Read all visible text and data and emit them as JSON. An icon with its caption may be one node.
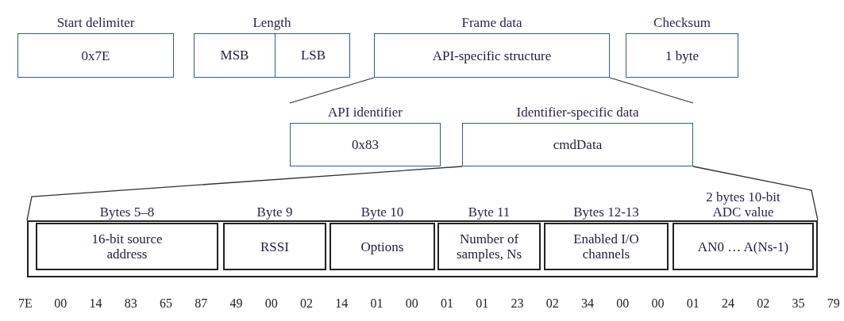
{
  "diagram": {
    "nodes": [
      {
        "text": [
          "Start delimiter",
          "0x7E"
        ]
      },
      {
        "text": [
          "Length"
        ]
      },
      {
        "text": [
          "MSB"
        ],
        "in": 1
      },
      {
        "text": [
          "LSB"
        ],
        "in": 1
      },
      {
        "text": [
          "Frame data",
          "API-specific structure"
        ]
      },
      {
        "text": [
          "Checksum",
          "1 byte"
        ]
      },
      {
        "text": [
          "API identifier",
          "0x83"
        ]
      },
      {
        "text": [
          "Identifier-specific data",
          "cmdData"
        ]
      },
      {
        "text": [],
        "shape": "box"
      },
      {
        "text": [
          "Bytes 5–8",
          "16-bit source address"
        ],
        "in": 8
      },
      {
        "text": [
          "Byte 9",
          "RSSI"
        ],
        "in": 8
      },
      {
        "text": [
          "Byte 10",
          "Options"
        ],
        "in": 8
      },
      {
        "text": [
          "Byte 11",
          "Number of samples, Ns"
        ],
        "in": 8
      },
      {
        "text": [
          "Bytes 12-13",
          "Enabled I/O channels"
        ],
        "in": 8
      },
      {
        "text": [
          "2 bytes 10-bit ADC value",
          "AN0 … A(Ns-1)"
        ],
        "in": 8
      }
    ],
    "edges": [
      {
        "from": 4,
        "to": 6,
        "arrow": "none"
      },
      {
        "from": 4,
        "to": 7,
        "arrow": "none"
      },
      {
        "from": 7,
        "to": 8,
        "arrow": "none"
      },
      {
        "from": 7,
        "to": 8,
        "arrow": "none"
      }
    ],
    "labels": [
      "7E",
      "00",
      "14",
      "83",
      "65",
      "87",
      "49",
      "00",
      "02",
      "14",
      "01",
      "00",
      "01",
      "01",
      "23",
      "02",
      "34",
      "00",
      "00",
      "01",
      "24",
      "02",
      "35",
      "79"
    ]
  }
}
